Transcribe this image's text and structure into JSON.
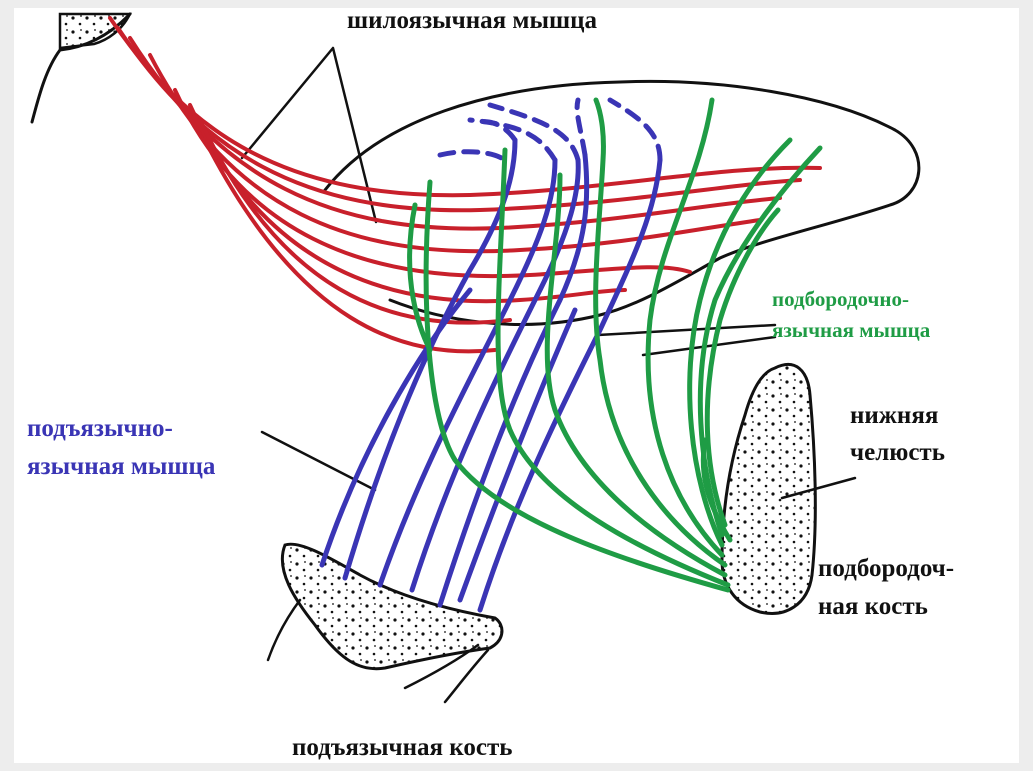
{
  "colors": {
    "background": "#ededed",
    "panel": "#ffffff",
    "outline": "#111111",
    "styloglossus": "#c8202b",
    "hyoglossus": "#3a35b5",
    "genioglossus": "#1f9c45"
  },
  "labels": {
    "styloglossus": "шилоязычная мышца",
    "genioglossus_line1": "подбородочно-",
    "genioglossus_line2": "язычная мышца",
    "mandible_line1": "нижняя",
    "mandible_line2": "челюсть",
    "hyoglossus_line1": "подъязычно-",
    "hyoglossus_line2": "язычная мышца",
    "mental_line1": "подбородоч-",
    "mental_line2": "ная кость",
    "hyoid": "подъязычная кость"
  }
}
